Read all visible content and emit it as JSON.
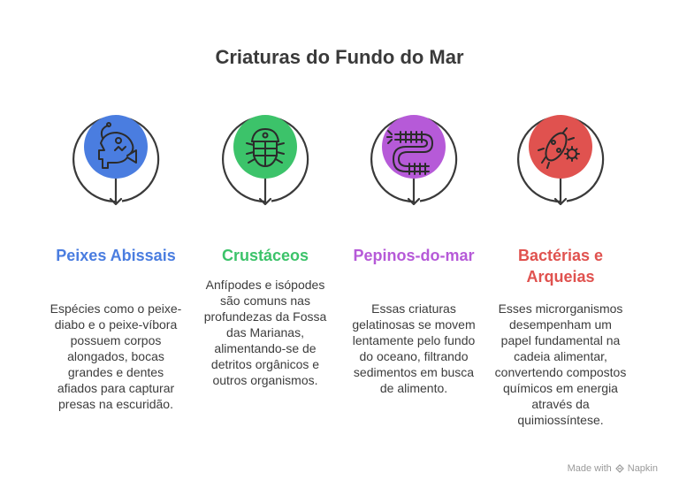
{
  "title": "Criaturas do Fundo do Mar",
  "items": [
    {
      "heading": "Peixes Abissais",
      "description": "Espécies como o peixe-diabo e o peixe-víbora possuem corpos alongados, bocas grandes e dentes afiados para capturar presas na escuridão.",
      "color": "#4a7de0",
      "icon": "anglerfish-icon"
    },
    {
      "heading": "Crustáceos",
      "description": "Anfípodes e isópodes são comuns nas profundezas da Fossa das Marianas, alimentando-se de detritos orgânicos e outros organismos.",
      "color": "#3cc36a",
      "icon": "isopod-icon"
    },
    {
      "heading": "Pepinos-do-mar",
      "description": "Essas criaturas gelatinosas se movem lentamente pelo fundo do oceano, filtrando sedimentos em busca de alimento.",
      "color": "#b65ad8",
      "icon": "sea-cucumber-icon"
    },
    {
      "heading": "Bactérias e Arqueias",
      "description": "Esses microrganismos desempenham um papel fundamental na cadeia alimentar, convertendo compostos químicos em energia através da quimiossíntese.",
      "color": "#e0524f",
      "icon": "bacteria-icon"
    }
  ],
  "footer": {
    "made_with": "Made with",
    "brand": "Napkin"
  }
}
